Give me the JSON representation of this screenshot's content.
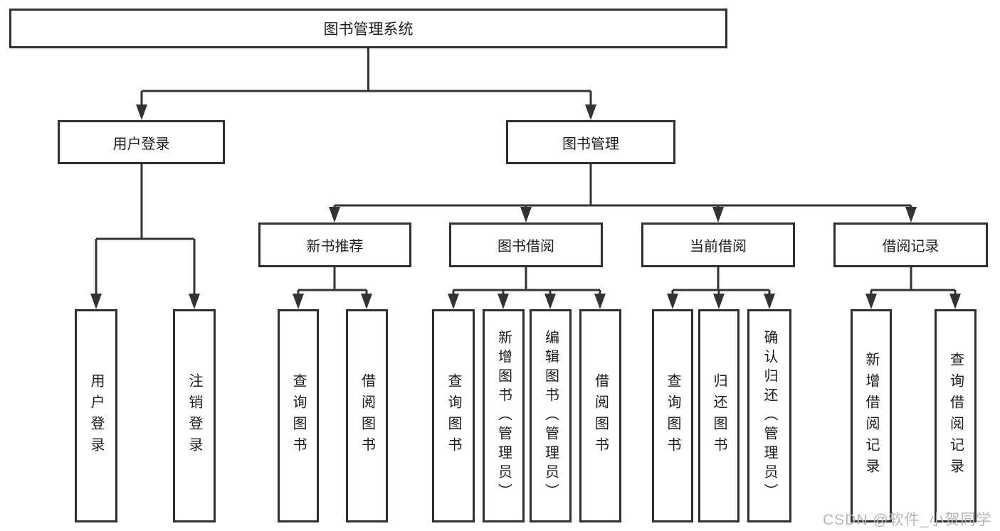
{
  "root": {
    "label": "图书管理系统"
  },
  "level2": {
    "user_login": {
      "label": "用户登录",
      "leaves": [
        "用户登录",
        "注销登录"
      ]
    },
    "book_mgmt": {
      "label": "图书管理"
    }
  },
  "level3": {
    "new_books": {
      "label": "新书推荐",
      "leaves": [
        "查询图书",
        "借阅图书"
      ]
    },
    "borrowing": {
      "label": "图书借阅",
      "leaves": [
        "查询图书",
        "新增图书（管理员）",
        "编辑图书（管理员）",
        "借阅图书"
      ]
    },
    "current": {
      "label": "当前借阅",
      "leaves": [
        "查询图书",
        "归还图书",
        "确认归还（管理员）"
      ]
    },
    "records": {
      "label": "借阅记录",
      "leaves": [
        "新增借阅记录",
        "查询借阅记录"
      ]
    }
  },
  "watermark": {
    "text": "CSDN @软件_小贺同学"
  },
  "colors": {
    "line": "#333333",
    "box_border": "#2f2f2f",
    "text": "#1c1c1c",
    "watermark": "#b6b6b6",
    "background": "#ffffff"
  }
}
